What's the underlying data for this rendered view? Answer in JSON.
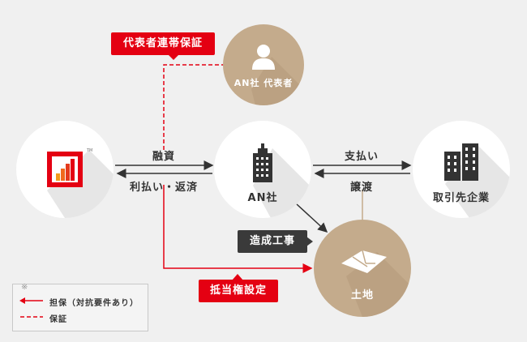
{
  "nodes": {
    "lender": {
      "logo_mark": "TM"
    },
    "representative": {
      "label": "AN社 代表者",
      "icon": "person-icon"
    },
    "an_company": {
      "label": "AN社",
      "icon": "building-icon"
    },
    "business_partner": {
      "label": "取引先企業",
      "icon": "buildings-icon"
    },
    "land": {
      "label": "土地",
      "icon": "land-parcel-icon"
    }
  },
  "labels": {
    "guarantee_tag": "代表者連帯保証",
    "loan": "融資",
    "repayment": "利払い・返済",
    "payment": "支払い",
    "transfer": "譲渡",
    "construction": "造成工事",
    "mortgage": "抵当権設定"
  },
  "legend": {
    "note": "※",
    "collateral": "担保（対抗要件あり）",
    "guarantee": "保証"
  },
  "colors": {
    "accent_red": "#e40012",
    "tan": "#c4ab8c",
    "dark": "#3a3a3a",
    "background": "#f0f0f0"
  }
}
